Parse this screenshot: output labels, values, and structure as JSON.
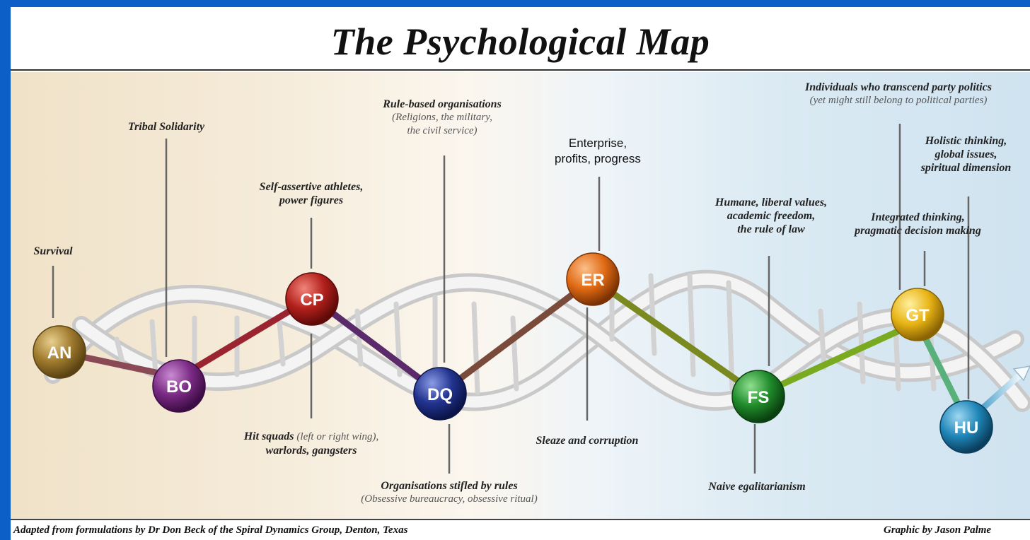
{
  "title": "The Psychological Map",
  "footer": {
    "left": "Adapted from formulations by Dr Don Beck of the Spiral Dynamics Group, Denton, Texas",
    "right": "Graphic by Jason Palme"
  },
  "nodes": [
    {
      "code": "AN",
      "color": "#a07b2e"
    },
    {
      "code": "BO",
      "color": "#7a2a84"
    },
    {
      "code": "CP",
      "color": "#b3201c"
    },
    {
      "code": "DQ",
      "color": "#22338f"
    },
    {
      "code": "ER",
      "color": "#e06a14"
    },
    {
      "code": "FS",
      "color": "#1f8a2a"
    },
    {
      "code": "GT",
      "color": "#e8b415"
    },
    {
      "code": "HU",
      "color": "#1f86b8"
    }
  ],
  "labels": {
    "an_top": "Survival",
    "bo_top": "Tribal Solidarity",
    "cp_top_1": "Self-assertive athletes,",
    "cp_top_2": "power figures",
    "cp_bottom_1": "Hit squads",
    "cp_bottom_1_sub": "(left or right wing),",
    "cp_bottom_2": "warlords, gangsters",
    "dq_top_1": "Rule-based organisations",
    "dq_top_2": "(Religions, the military,",
    "dq_top_3": "the civil service)",
    "dq_bottom_1": "Organisations stifled by rules",
    "dq_bottom_2": "(Obsessive bureaucracy, obsessive ritual)",
    "er_top_1": "Enterprise,",
    "er_top_2": "profits, progress",
    "er_bottom": "Sleaze and corruption",
    "fs_top_1": "Humane, liberal values,",
    "fs_top_2": "academic freedom,",
    "fs_top_3": "the rule of law",
    "fs_bottom": "Naive egalitarianism",
    "gt_top_1": "Integrated thinking,",
    "gt_top_2": "pragmatic decision making",
    "hu_top_1": "Holistic thinking,",
    "hu_top_2": "global issues,",
    "hu_top_3": "spiritual dimension",
    "top_right_1": "Individuals who transcend party politics",
    "top_right_2": "(yet might still belong to political parties)"
  }
}
